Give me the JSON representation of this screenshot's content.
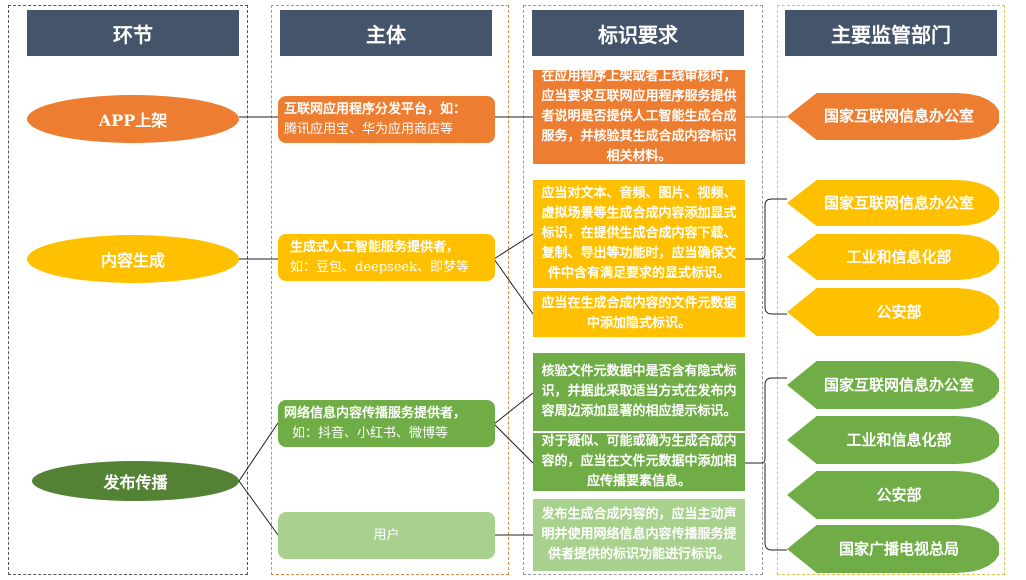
{
  "headers": {
    "stage": "环节",
    "subject": "主体",
    "requirement": "标识要求",
    "regulator": "主要监管部门"
  },
  "stages": [
    {
      "label": "APP上架",
      "color": "#ed7d31"
    },
    {
      "label": "内容生成",
      "color": "#ffc000"
    },
    {
      "label": "发布传播",
      "color": "#548235"
    }
  ],
  "subjects": [
    {
      "line1": "互联网应用程序分发平台，如：",
      "line2": "腾讯应用宝、华为应用商店等"
    },
    {
      "line1": "生成式人工智能服务提供者，",
      "line2": "如：豆包、deepseek、即梦等"
    },
    {
      "line1": "网络信息内容传播服务提供者，",
      "line2": "如：抖音、小红书、微博等"
    },
    {
      "line1": "用户",
      "line2": ""
    }
  ],
  "requirements": [
    "在应用程序上架或者上线审核时，应当要求互联网应用程序服务提供者说明是否提供人工智能生成合成服务，并核验其生成合成内容标识相关材料。",
    "应当对文本、音频、图片、视频、虚拟场景等生成合成内容添加显式标识，在提供生成合成内容下载、复制、导出等功能时，应当确保文件中含有满足要求的显式标识。",
    "应当在生成合成内容的文件元数据中添加隐式标识。",
    "核验文件元数据中是否含有隐式标识，并据此采取适当方式在发布内容周边添加显著的相应提示标识。",
    "对于疑似、可能或确为生成合成内容的，应当在文件元数据中添加相应传播要素信息。",
    "发布生成合成内容的，应当主动声明并使用网络信息内容传播服务提供者提供的标识功能进行标识。"
  ],
  "regulators": {
    "app": [
      "国家互联网信息办公室"
    ],
    "generation": [
      "国家互联网信息办公室",
      "工业和信息化部",
      "公安部"
    ],
    "distribution": [
      "国家互联网信息办公室",
      "工业和信息化部",
      "公安部",
      "国家广播电视总局"
    ]
  },
  "colors": {
    "header": "#44546a",
    "orange": "#ed7d31",
    "yellow": "#ffc000",
    "dark_green": "#548235",
    "green": "#70ad47",
    "light_green": "#a9d18e"
  }
}
